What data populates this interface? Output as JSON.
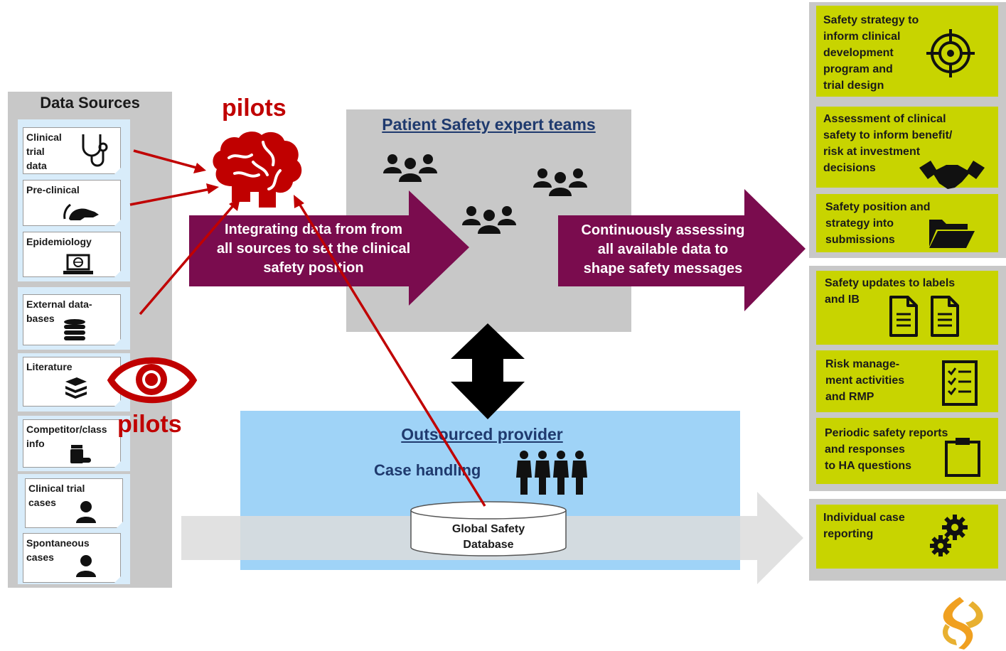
{
  "data_sources": {
    "title": "Data Sources",
    "items": [
      {
        "label": "Clinical\ntrial\ndata",
        "icon": "stethoscope-icon"
      },
      {
        "label": "Pre-clinical",
        "icon": "rat-icon"
      },
      {
        "label": "Epidemiology",
        "icon": "laptop-globe-icon"
      },
      {
        "label": "External data-\nbases",
        "icon": "database-icon"
      },
      {
        "label": "Literature",
        "icon": "books-icon"
      },
      {
        "label": "Competitor/class\ninfo",
        "icon": "pills-icon"
      },
      {
        "label": "Clinical trial\ncases",
        "icon": "person-icon"
      },
      {
        "label": "Spontaneous\ncases",
        "icon": "person-icon"
      }
    ]
  },
  "annotations": {
    "pilots_top": "pilots",
    "pilots_bottom": "pilots",
    "brain_icon": "brain-icon",
    "eye_icon": "eye-icon",
    "accent_color": "#c00000"
  },
  "center": {
    "team_title": "Patient Safety expert teams",
    "left_arrow_text": "Integrating data from from\nall sources to set the clinical\nsafety position",
    "right_arrow_text": "Continuously assessing\nall available data to\nshape safety messages",
    "provider_title": "Outsourced provider",
    "case_handling": "Case handling",
    "database": "Global Safety\nDatabase"
  },
  "outputs": {
    "group1": [
      {
        "label": "Safety strategy to\ninform clinical\ndevelopment\nprogram and\ntrial design",
        "icon": "target-icon"
      },
      {
        "label": "Assessment of clinical\nsafety to inform benefit/\nrisk at  investment\ndecisions",
        "icon": "handshake-icon"
      },
      {
        "label": "Safety position and\nstrategy into\nsubmissions",
        "icon": "folder-icon"
      }
    ],
    "group2": [
      {
        "label": "Safety updates to labels\nand IB",
        "icon": "documents-icon"
      },
      {
        "label": "Risk manage-\nment activities\nand RMP",
        "icon": "checklist-icon"
      },
      {
        "label": "Periodic safety reports\nand responses\nto HA questions",
        "icon": "clipboard-icon"
      }
    ],
    "group3": [
      {
        "label": "Individual case\nreporting",
        "icon": "gears-icon"
      }
    ]
  },
  "colors": {
    "arrow_purple": "#7a0c4e",
    "output_yellow": "#c8d400",
    "panel_gray": "#c8c8c8",
    "provider_blue": "#9fd3f7",
    "source_blue": "#d8ecfa"
  },
  "logo": "logo-icon"
}
